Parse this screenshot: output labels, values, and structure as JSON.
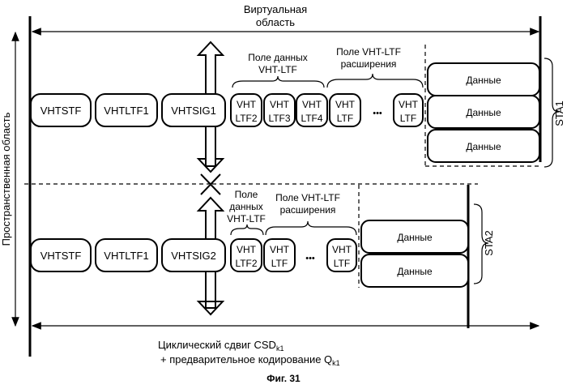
{
  "labels": {
    "virtual_area": [
      "Виртуальная",
      "область"
    ],
    "spatial_area": "Пространственная область",
    "cyclic_shift": "Циклический сдвиг CSD",
    "cyclic_shift_sub": "k1",
    "precoding": "+ предварительное кодирование  Q",
    "precoding_sub": "k1",
    "figure": "Фиг. 31",
    "sta1": "STA1",
    "sta2": "STA2",
    "ellipsis": "•••"
  },
  "top_row": {
    "data_field_label": [
      "Поле данных",
      "VHT-LTF"
    ],
    "ext_field_label": [
      "Поле VHT-LTF",
      "расширения"
    ],
    "blocks": [
      "VHTSTF",
      "VHTLTF1",
      "VHTSIG1"
    ],
    "ltf": [
      [
        "VHT",
        "LTF2"
      ],
      [
        "VHT",
        "LTF3"
      ],
      [
        "VHT",
        "LTF4"
      ],
      [
        "VHT",
        "LTF"
      ],
      [
        "VHT",
        "LTF"
      ]
    ],
    "data": [
      "Данные",
      "Данные",
      "Данные"
    ]
  },
  "bottom_row": {
    "data_field_label": [
      "Поле",
      "данных",
      "VHT-LTF"
    ],
    "ext_field_label": [
      "Поле VHT-LTF",
      "расширения"
    ],
    "blocks": [
      "VHTSTF",
      "VHTLTF1",
      "VHTSIG2"
    ],
    "ltf": [
      [
        "VHT",
        "LTF2"
      ],
      [
        "VHT",
        "LTF"
      ],
      [
        "VHT",
        "LTF"
      ]
    ],
    "data": [
      "Данные",
      "Данные"
    ]
  }
}
